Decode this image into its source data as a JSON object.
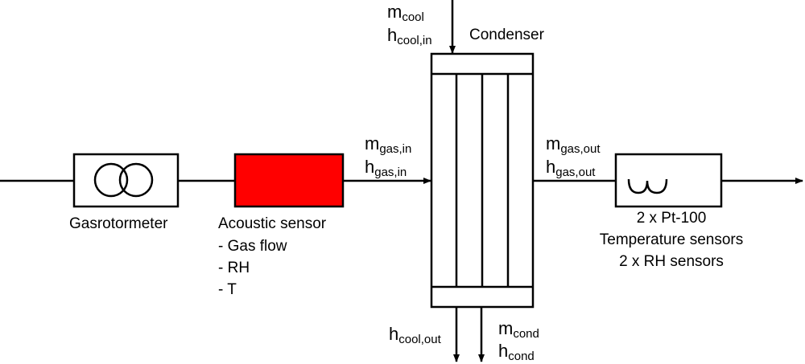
{
  "colors": {
    "stroke": "#000000",
    "acoustic_sensor_fill": "#ff0000",
    "background": "#ffffff"
  },
  "icons": {
    "gasrotormeter": "double-circle-icon",
    "sensor_box": "coil-icon"
  },
  "components": {
    "gasrotormeter": {
      "label": "Gasrotormeter"
    },
    "acoustic_sensor": {
      "label": "Acoustic sensor",
      "items": [
        "- Gas flow",
        "- RH",
        "- T"
      ]
    },
    "condenser": {
      "label": "Condenser"
    },
    "sensor_box": {
      "lines": [
        "2 x Pt-100",
        "Temperature sensors",
        "2 x RH sensors"
      ]
    }
  },
  "variables": {
    "m_cool": {
      "base": "m",
      "sub": "cool"
    },
    "h_cool_in": {
      "base": "h",
      "sub": "cool,in"
    },
    "m_gas_in": {
      "base": "m",
      "sub": "gas,in"
    },
    "h_gas_in": {
      "base": "h",
      "sub": "gas,in"
    },
    "m_gas_out": {
      "base": "m",
      "sub": "gas,out"
    },
    "h_gas_out": {
      "base": "h",
      "sub": "gas,out"
    },
    "h_cool_out": {
      "base": "h",
      "sub": "cool,out"
    },
    "m_cond": {
      "base": "m",
      "sub": "cond"
    },
    "h_cond": {
      "base": "h",
      "sub": "cond"
    }
  }
}
